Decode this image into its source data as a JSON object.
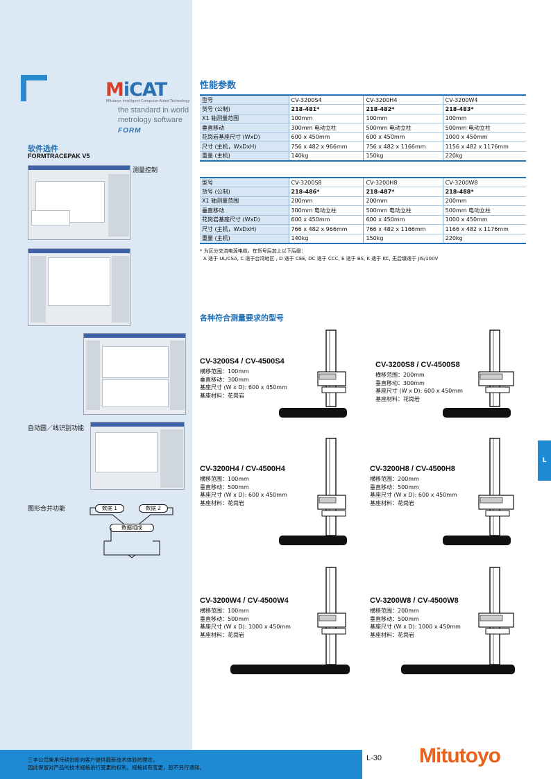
{
  "logo": {
    "micat_m": "M",
    "micat_rest": "iCAT",
    "micat_sub": "Mitutoyo Intelligent Computer-Aided Technology",
    "slogan_lines": [
      "the standard in world",
      "metrology software"
    ],
    "form": "FORM"
  },
  "software": {
    "title": "软件选件",
    "subtitle": "FORMTRACEPAK V5",
    "label_measure_control": "测量控制",
    "label_auto_circle": "自动圆／线识别功能",
    "label_graph_merge": "图形合并功能",
    "flow": {
      "data1": "数据 1",
      "data2": "数据 2",
      "merge": "数据组成"
    }
  },
  "performance": {
    "title": "性能参数",
    "table1": {
      "rows": [
        [
          "型号",
          "CV-3200S4",
          "CV-3200H4",
          "CV-3200W4"
        ],
        [
          "货号 (公制)",
          "218-481*",
          "218-482*",
          "218-483*"
        ],
        [
          "X1 轴测量范围",
          "100mm",
          "100mm",
          "100mm"
        ],
        [
          "垂直移动",
          "300mm 电动立柱",
          "500mm 电动立柱",
          "500mm 电动立柱"
        ],
        [
          "花岗岩基座尺寸 (WxD)",
          "600 x 450mm",
          "600 x 450mm",
          "1000 x 450mm"
        ],
        [
          "尺寸 (主机，WxDxH)",
          "756 x 482 x 966mm",
          "756 x 482 x 1166mm",
          "1156 x 482 x 1176mm"
        ],
        [
          "重量 (主机)",
          "140kg",
          "150kg",
          "220kg"
        ]
      ]
    },
    "table2": {
      "rows": [
        [
          "型号",
          "CV-3200S8",
          "CV-3200H8",
          "CV-3200W8"
        ],
        [
          "货号 (公制)",
          "218-486*",
          "218-487*",
          "218-488*"
        ],
        [
          "X1 轴测量范围",
          "200mm",
          "200mm",
          "200mm"
        ],
        [
          "垂直移动",
          "300mm 电动立柱",
          "500mm 电动立柱",
          "500mm 电动立柱"
        ],
        [
          "花岗岩基座尺寸 (WxD)",
          "600 x 450mm",
          "600 x 450mm",
          "1000 x 450mm"
        ],
        [
          "尺寸 (主机，WxDxH)",
          "766 x 482 x 966mm",
          "766 x 482 x 1166mm",
          "1166 x 482 x 1176mm"
        ],
        [
          "重量 (主机)",
          "140kg",
          "150kg",
          "220kg"
        ]
      ]
    },
    "note1": "* 为区分交流电源电缆，在货号后加上以下后缀：",
    "note2": "A 适于 UL/CSA, C 适于台湾地区 , D 适于 CEE, DC 适于 CCC, E 适于 BS, K 适于 KC, 无后缀适于 JIS/100V"
  },
  "models": {
    "title": "各种符合测量要求的型号",
    "items": [
      {
        "name": "CV-3200S4 / CV-4500S4",
        "specs": [
          "横移范围：100mm",
          "垂直移动：300mm",
          "基座尺寸 (W x D): 600 x 450mm",
          "基座材料：花岗岩"
        ]
      },
      {
        "name": "CV-3200S8 / CV-4500S8",
        "specs": [
          "横移范围：200mm",
          "垂直移动：300mm",
          "基座尺寸 (W x D): 600 x 450mm",
          "基座材料：花岗岩"
        ]
      },
      {
        "name": "CV-3200H4 / CV-4500H4",
        "specs": [
          "横移范围：100mm",
          "垂直移动：500mm",
          "基座尺寸 (W x D): 600 x 450mm",
          "基座材料：花岗岩"
        ]
      },
      {
        "name": "CV-3200H8 / CV-4500H8",
        "specs": [
          "横移范围：200mm",
          "垂直移动：500mm",
          "基座尺寸 (W x D): 600 x 450mm",
          "基座材料：花岗岩"
        ]
      },
      {
        "name": "CV-3200W4 / CV-4500W4",
        "specs": [
          "横移范围：100mm",
          "垂直移动：500mm",
          "基座尺寸 (W x D): 1000 x 450mm",
          "基座材料：花岗岩"
        ]
      },
      {
        "name": "CV-3200W8 / CV-4500W8",
        "specs": [
          "横移范围：200mm",
          "垂直移动：500mm",
          "基座尺寸 (W x D): 1000 x 450mm",
          "基座材料：花岗岩"
        ]
      }
    ]
  },
  "side_tab": "L",
  "footer": {
    "lines": [
      "三丰公司秉承持续创新向客户提供最新技术体验的理念，",
      "因此保留对产品的技术规格进行变更的权利。规格如有变更，恕不另行通知。"
    ],
    "page": "L-30",
    "brand": "Mitutoyo"
  },
  "colors": {
    "accent_blue": "#1f6fb5",
    "band_blue": "#1f8ad4",
    "brand_orange": "#e8621c",
    "panel_bg": "#dce9f4"
  }
}
